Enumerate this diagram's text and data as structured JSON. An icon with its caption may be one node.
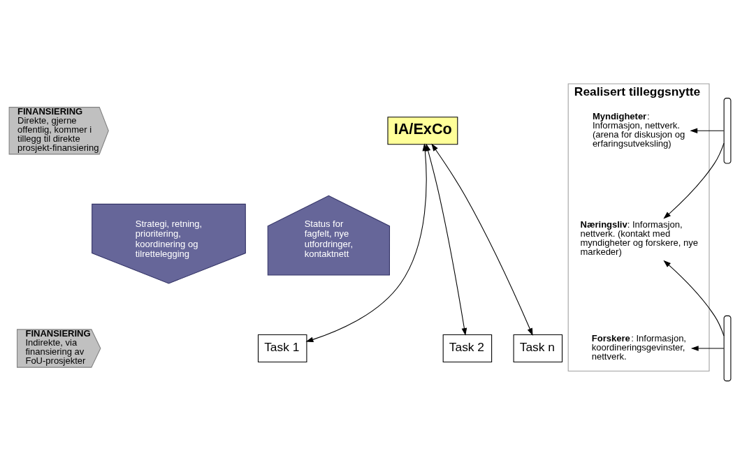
{
  "diagram": {
    "nodes": [
      {
        "text": [
          "FINANSIERING",
          "Direkte, gjerne offentlig, kommer i tillegg til direkte prosjekt-finansiering"
        ]
      },
      {
        "text": [
          "IA/ExCo"
        ]
      },
      {
        "text": [
          "Strategi, retning, prioritering, koordinering og tilrettelegging"
        ]
      },
      {
        "text": [
          "Status for fagfelt, nye utfordringer, kontaktnett"
        ]
      },
      {
        "text": [
          "Task 1"
        ]
      },
      {
        "text": [
          "Task 2"
        ]
      },
      {
        "text": [
          "Task n"
        ]
      },
      {
        "text": [
          "Realisert tilleggsnytte"
        ]
      },
      {
        "text": [
          "**Myndigheter**: Informasjon, nettverk. (arena for diskusjon og erfaringsutveksling)"
        ],
        "in": 7
      },
      {
        "text": [
          "**Næringsliv**: Informasjon, nettverk. (kontakt med myndigheter og forskere, nye markeder)"
        ],
        "in": 7
      },
      {
        "text": [
          "**Forskere**: Informasjon, koordineringsgevinster, nettverk."
        ],
        "in": 7
      },
      {
        "text": [
          "FINANSIERING",
          "Indirekte, via finansiering av FoU-prosjekter"
        ]
      },
      {
        "text": [],
        "shape": "brace"
      },
      {
        "text": [],
        "shape": "brace"
      }
    ],
    "edges": [
      {
        "from": 4,
        "to": 1,
        "arrow": "both"
      },
      {
        "from": 5,
        "to": 1,
        "arrow": "both"
      },
      {
        "from": 6,
        "to": 1,
        "arrow": "both"
      },
      {
        "from": 12,
        "to": 8,
        "arrow": "to"
      },
      {
        "from": 12,
        "to": 9,
        "arrow": "to"
      },
      {
        "from": 13,
        "to": 9,
        "arrow": "to"
      },
      {
        "from": 13,
        "to": 10,
        "arrow": "to"
      }
    ]
  }
}
